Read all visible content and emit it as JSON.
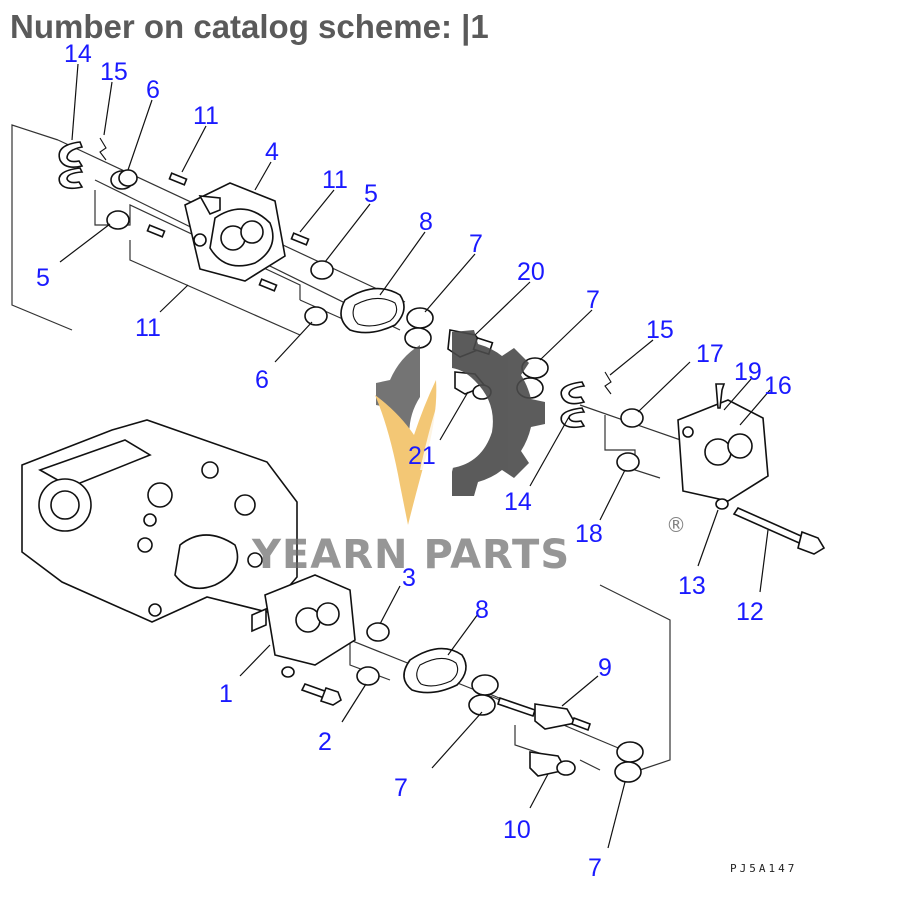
{
  "title": "Number on catalog scheme: |1",
  "drawing_code": "PJ5A147",
  "watermark": {
    "brand": "YEARN PARTS",
    "registered": "®",
    "gear_color": "#4a4a4a",
    "flame_color": "#f2c267"
  },
  "callout_color": "#1a1aff",
  "callouts": [
    {
      "id": "c14a",
      "label": "14"
    },
    {
      "id": "c15a",
      "label": "15"
    },
    {
      "id": "c6a",
      "label": "6"
    },
    {
      "id": "c11a",
      "label": "11"
    },
    {
      "id": "c4",
      "label": "4"
    },
    {
      "id": "c11b",
      "label": "11"
    },
    {
      "id": "c5a",
      "label": "5"
    },
    {
      "id": "c8a",
      "label": "8"
    },
    {
      "id": "c7a",
      "label": "7"
    },
    {
      "id": "c20",
      "label": "20"
    },
    {
      "id": "c7b",
      "label": "7"
    },
    {
      "id": "c5b",
      "label": "5"
    },
    {
      "id": "c11c",
      "label": "11"
    },
    {
      "id": "c6b",
      "label": "6"
    },
    {
      "id": "c15b",
      "label": "15"
    },
    {
      "id": "c17",
      "label": "17"
    },
    {
      "id": "c19",
      "label": "19"
    },
    {
      "id": "c16",
      "label": "16"
    },
    {
      "id": "c21",
      "label": "21"
    },
    {
      "id": "c14b",
      "label": "14"
    },
    {
      "id": "c18",
      "label": "18"
    },
    {
      "id": "c13",
      "label": "13"
    },
    {
      "id": "c12",
      "label": "12"
    },
    {
      "id": "c3",
      "label": "3"
    },
    {
      "id": "c8b",
      "label": "8"
    },
    {
      "id": "c9",
      "label": "9"
    },
    {
      "id": "c1",
      "label": "1"
    },
    {
      "id": "c2",
      "label": "2"
    },
    {
      "id": "c7c",
      "label": "7"
    },
    {
      "id": "c10",
      "label": "10"
    },
    {
      "id": "c7d",
      "label": "7"
    }
  ]
}
